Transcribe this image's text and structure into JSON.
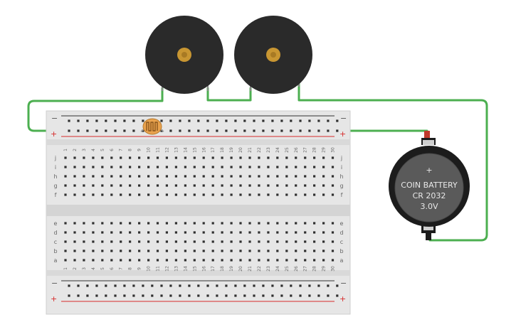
{
  "breadboard": {
    "rail_minus": "−",
    "rail_plus": "+",
    "rows_top": [
      "j",
      "i",
      "h",
      "g",
      "f"
    ],
    "rows_bottom": [
      "e",
      "d",
      "c",
      "b",
      "a"
    ],
    "column_count": 30,
    "colors": {
      "body": "#e6e6e6",
      "channel": "#d4d4d4",
      "hole": "#2f2f2f",
      "rail_red": "#d62a2a",
      "rail_black": "#333333"
    }
  },
  "battery": {
    "line1": "COIN BATTERY",
    "line2": "CR 2032",
    "line3": "3.0V",
    "symbol": "+",
    "colors": {
      "holder": "#1c1c1c",
      "cell": "#5a5a5a"
    }
  },
  "components": {
    "buzzers": 2,
    "photoresistor": 1
  },
  "colors": {
    "wire": "#4caf50",
    "buzzer": "#2a2a2a",
    "buzzer_center": "#c89632",
    "resistor": "#e9a24d"
  }
}
